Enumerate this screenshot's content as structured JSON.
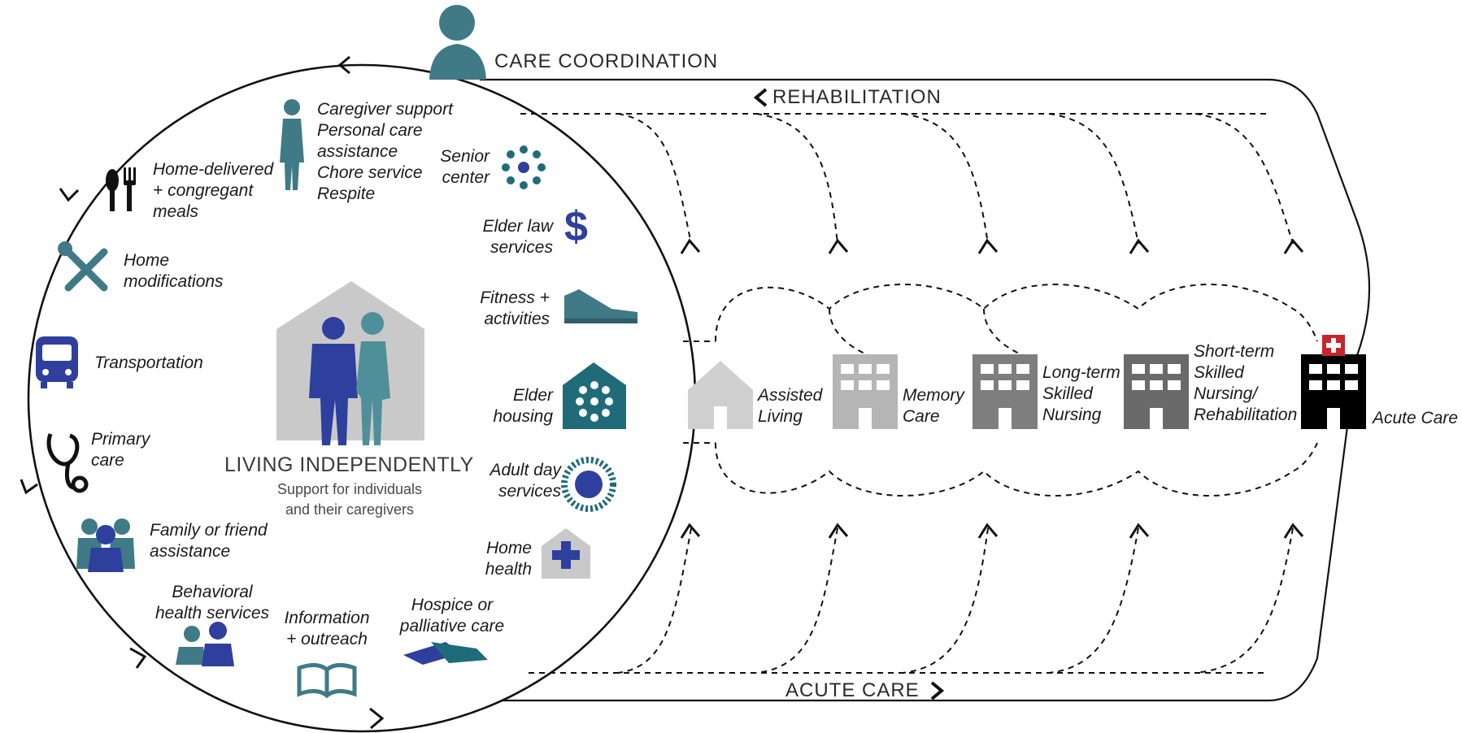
{
  "colors": {
    "teal": "#3f7a86",
    "dark_teal": "#1f6b7a",
    "navy": "#2f3f9e",
    "light_gray": "#c8c8c8",
    "mid_gray": "#a9a9a9",
    "dark_gray": "#7a7a7a",
    "darker_gray": "#5e5e5e",
    "black": "#000000",
    "red": "#c8242f"
  },
  "flows": {
    "care_coordination": "CARE COORDINATION",
    "rehabilitation": "REHABILITATION",
    "acute_care": "ACUTE CARE"
  },
  "center": {
    "title": "LIVING INDEPENDENTLY",
    "subtitle": "Support for individuals\nand their caregivers"
  },
  "services": {
    "meals": "Home-delivered\n+ congregant\nmeals",
    "caregiver": "Caregiver support\nPersonal care\nassistance\nChore service\nRespite",
    "senior_center": "Senior\ncenter",
    "elder_law": "Elder law\nservices",
    "fitness": "Fitness +\nactivities",
    "elder_housing": "Elder\nhousing",
    "adult_day": "Adult day\nservices",
    "home_health": "Home\nhealth",
    "hospice": "Hospice or\npalliative care",
    "information": "Information\n+ outreach",
    "behavioral": "Behavioral\nhealth services",
    "family": "Family or friend\nassistance",
    "primary_care": "Primary\ncare",
    "transportation": "Transportation",
    "home_mods": "Home\nmodifications"
  },
  "facilities": {
    "assisted_living": "Assisted\nLiving",
    "memory_care": "Memory\nCare",
    "long_term": "Long-term\nSkilled\nNursing",
    "short_term": "Short-term\nSkilled\nNursing/\nRehabilitation",
    "acute_care": "Acute Care"
  }
}
